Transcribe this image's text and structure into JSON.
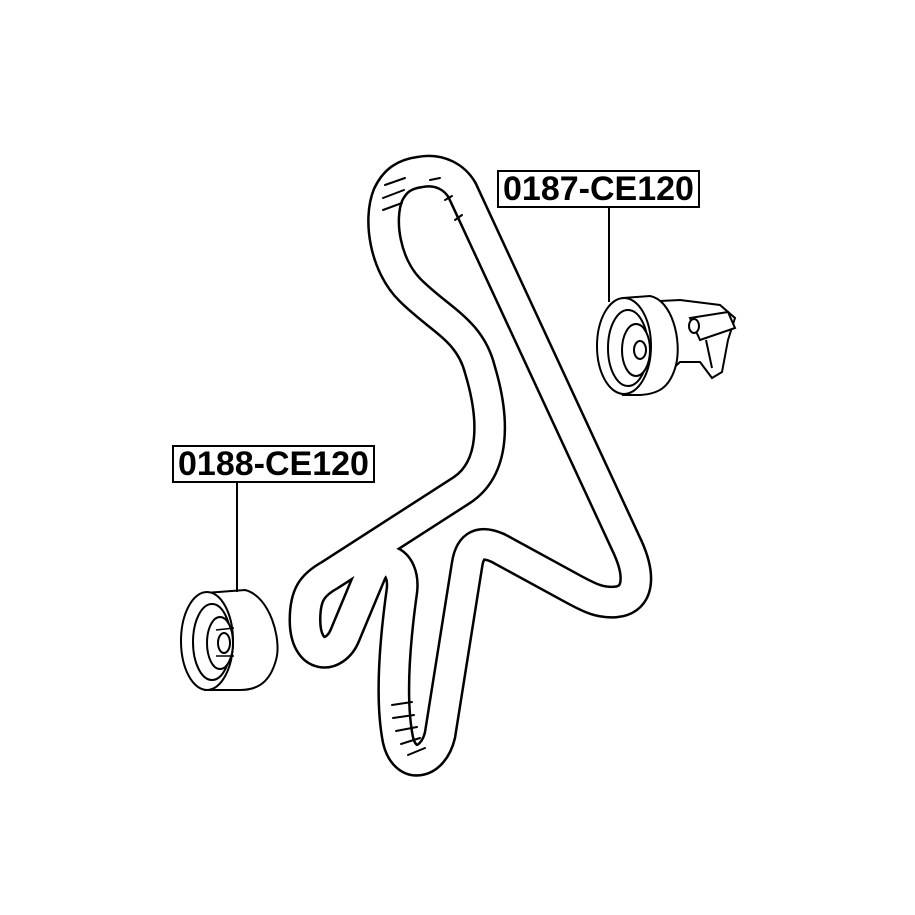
{
  "parts": [
    {
      "part_number": "0187-CE120",
      "component": "tensioner-pulley"
    },
    {
      "part_number": "0188-CE120",
      "component": "idler-pulley"
    }
  ],
  "colors": {
    "line": "#000000",
    "background": "#ffffff"
  }
}
